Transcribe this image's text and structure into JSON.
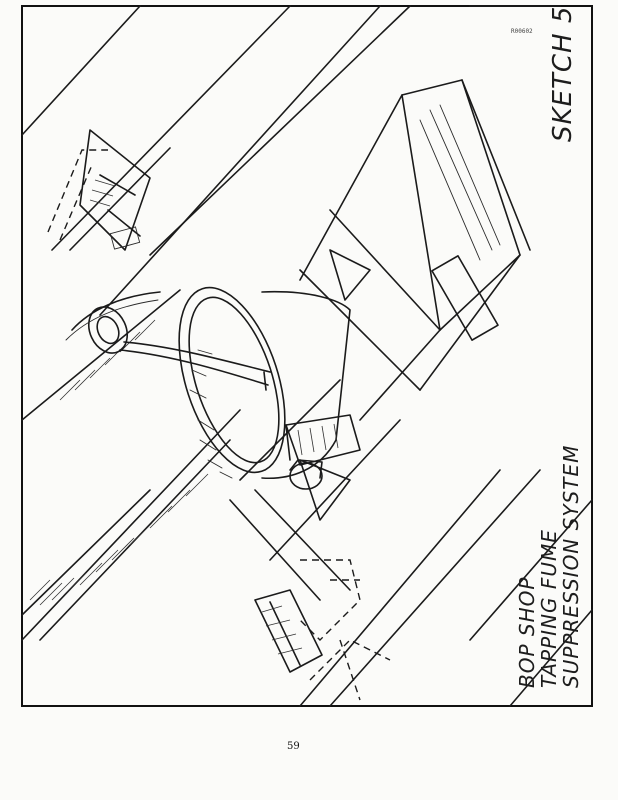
{
  "drawing": {
    "sketch_title": "SKETCH 5",
    "labels": [
      "BOP SHOP",
      "TAPPING FUME",
      "SUPPRESSION SYSTEM"
    ],
    "reference_code": "R00602"
  },
  "page": {
    "number": "59"
  }
}
